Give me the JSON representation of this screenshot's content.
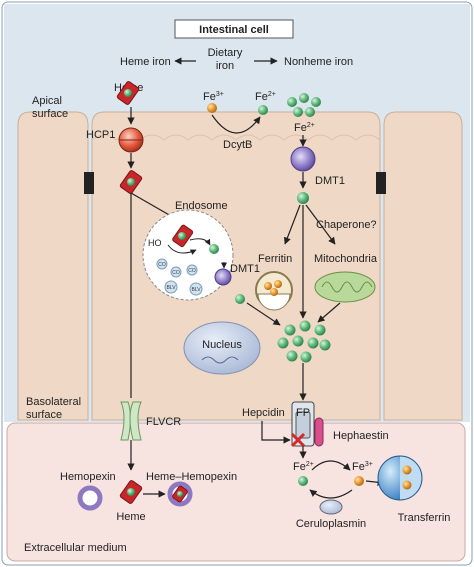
{
  "title": "Intestinal cell",
  "dietary_iron": {
    "line1": "Dietary",
    "line2": "iron"
  },
  "heme_iron": "Heme iron",
  "nonheme_iron": "Nonheme iron",
  "apical": {
    "line1": "Apical",
    "line2": "surface"
  },
  "basolateral": {
    "line1": "Basolateral",
    "line2": "surface"
  },
  "extracellular": "Extracellular medium",
  "heme": "Heme",
  "heme_bottom": "Heme",
  "hcp1": "HCP1",
  "fe3": {
    "base": "Fe",
    "sup": "3+"
  },
  "fe2": {
    "base": "Fe",
    "sup": "2+"
  },
  "dcytb": "DcytB",
  "dmt1": "DMT1",
  "dmt1_endosome": "DMT1",
  "endosome": "Endosome",
  "ho": "HO",
  "co": "CO",
  "blv": "BLV",
  "chaperone": "Chaperone?",
  "ferritin": "Ferritin",
  "mitochondria": "Mitochondria",
  "nucleus": "Nucleus",
  "flvcr": "FLVCR",
  "fp": "FP",
  "hepcidin": "Hepcidin",
  "hephaestin": "Hephaestin",
  "hemopexin": "Hemopexin",
  "heme_hemopexin": "Heme–Hemopexin",
  "ceruloplasmin": "Ceruloplasmin",
  "transferrin": "Transferrin",
  "colors": {
    "cell_bg": "#dce6ee",
    "villus": "#efd9c6",
    "extracellular_bg": "#f7e3e0",
    "iron_green": "#5cb87a",
    "heme_red": "#c8262a",
    "iron_orange": "#e89a2c",
    "dmt1_purple": "#8a78c4"
  }
}
